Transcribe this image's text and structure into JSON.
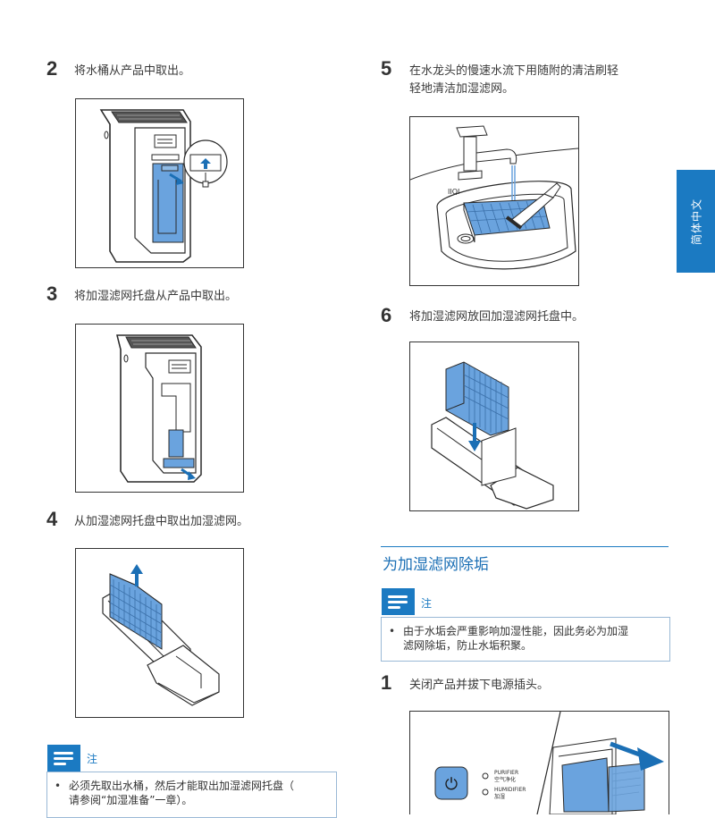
{
  "side_tab": {
    "label": "简体中文"
  },
  "steps": [
    {
      "num": "2",
      "text": "将水桶从产品中取出。"
    },
    {
      "num": "3",
      "text": "将加湿滤网托盘从产品中取出。"
    },
    {
      "num": "4",
      "text": "从加湿滤网托盘中取出加湿滤网。"
    },
    {
      "num": "5",
      "text_line1": "在水龙头的慢速水流下用随附的清洁刷轻",
      "text_line2": "轻地清洁加湿滤网。"
    },
    {
      "num": "6",
      "text": "将加湿滤网放回加湿滤网托盘中。"
    },
    {
      "num": "1",
      "text": "关闭产品并拔下电源插头。"
    }
  ],
  "section": {
    "title": "为加湿滤网除垢"
  },
  "note_left": {
    "label": "注",
    "bullet": "•",
    "line1": "必须先取出水桶，然后才能取出加湿滤网托盘（",
    "line2": "请参阅“加湿准备”一章）。"
  },
  "note_right": {
    "label": "注",
    "bullet": "•",
    "line1": "由于水垢会严重影响加湿性能，因此务必为加湿",
    "line2": "滤网除垢，防止水垢积聚。"
  },
  "panel": {
    "purifier_en": "PURIFIER",
    "purifier_cn": "空气净化",
    "humidifier_en": "HUMIDIFIER",
    "humidifier_cn": "加湿",
    "power_symbol": "⏻"
  },
  "faucet_label": "IIQI",
  "colors": {
    "accent": "#1b7ac2",
    "filter_blue": "#6aa3de",
    "line": "#2a2a2a"
  }
}
